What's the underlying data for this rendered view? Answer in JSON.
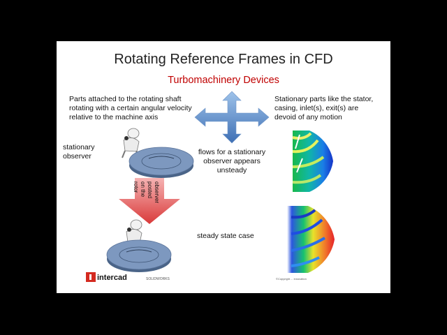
{
  "slide": {
    "title": "Rotating Reference Frames in CFD",
    "subtitle": "Turbomachinery Devices",
    "left_text": "Parts attached to the rotating shaft rotating with a certain angular velocity relative to the machine axis",
    "right_text": "Stationary parts like the stator, casing, inlet(s), exit(s) are devoid of any motion",
    "stationary_observer": "stationary observer",
    "unsteady_text": "flows for a stationary observer appears unsteady",
    "arrow_label": "observer posted on the rotor",
    "steady_text": "steady state case",
    "logo": "intercad",
    "solidworks": "SOLIDWORKS",
    "copyright": "©Copyright ... innovation"
  },
  "colors": {
    "subtitle": "#c00000",
    "cross_arrow": "#4f81bd",
    "down_arrow": "#e05050",
    "disc": "#6f8fb8"
  }
}
